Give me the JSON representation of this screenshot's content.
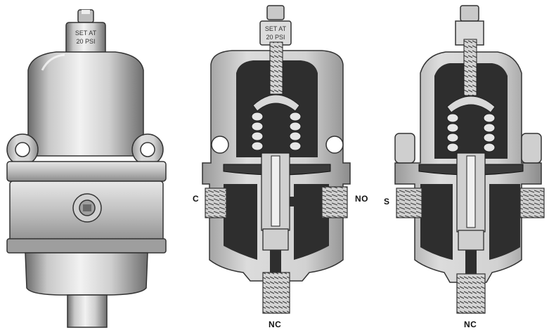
{
  "figure": {
    "views": [
      {
        "id": "exterior",
        "nameplate_line1": "SET AT",
        "nameplate_line2": "20 PSI"
      },
      {
        "id": "section-normally-open",
        "nameplate_line1": "SET AT",
        "nameplate_line2": "20 PSI",
        "ports": {
          "left": "C",
          "right": "NO",
          "bottom": "NC"
        }
      },
      {
        "id": "section-shutoff",
        "ports": {
          "left": "S",
          "bottom": "NC"
        }
      }
    ]
  },
  "colors": {
    "metal_light": "#d9d9d9",
    "metal_mid": "#a8a8a8",
    "metal_dark": "#5a5a5a",
    "section_dark": "#2e2e2e",
    "background": "#ffffff"
  }
}
